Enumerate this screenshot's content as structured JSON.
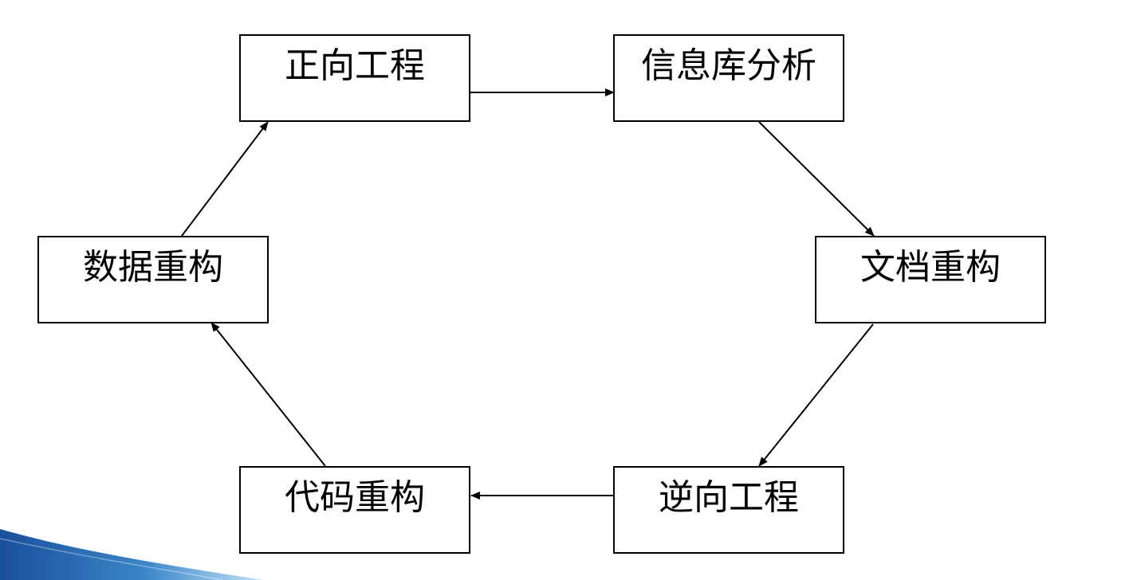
{
  "diagram": {
    "nodes": [
      {
        "id": "forward",
        "label": "正向工程"
      },
      {
        "id": "repository",
        "label": "信息库分析"
      },
      {
        "id": "doc",
        "label": "文档重构"
      },
      {
        "id": "reverse",
        "label": "逆向工程"
      },
      {
        "id": "code",
        "label": "代码重构"
      },
      {
        "id": "data",
        "label": "数据重构"
      }
    ],
    "edges": [
      {
        "from": "forward",
        "to": "repository"
      },
      {
        "from": "repository",
        "to": "doc"
      },
      {
        "from": "doc",
        "to": "reverse"
      },
      {
        "from": "reverse",
        "to": "code"
      },
      {
        "from": "code",
        "to": "data"
      },
      {
        "from": "data",
        "to": "forward"
      }
    ],
    "colors": {
      "stroke": "#000000",
      "background": "#ffffff",
      "accent": "#1a4f9c"
    }
  }
}
